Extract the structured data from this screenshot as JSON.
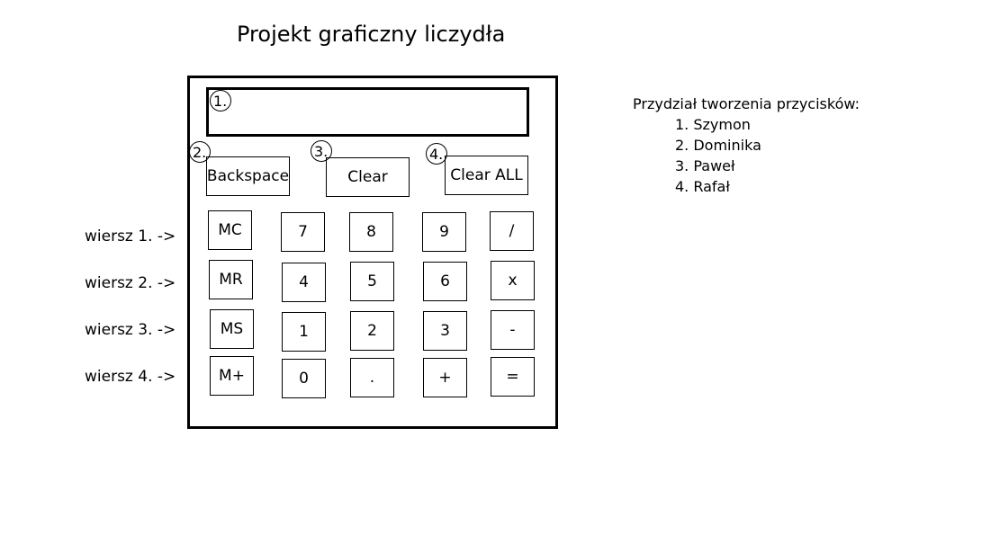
{
  "title": "Projekt graficzny liczydła",
  "display": {
    "marker": "1."
  },
  "top_buttons": [
    {
      "marker": "2.",
      "label": "Backspace"
    },
    {
      "marker": "3.",
      "label": "Clear"
    },
    {
      "marker": "4.",
      "label": "Clear ALL"
    }
  ],
  "rows": [
    {
      "label": "wiersz 1. ->",
      "keys": [
        "MC",
        "7",
        "8",
        "9",
        "/"
      ]
    },
    {
      "label": "wiersz 2. ->",
      "keys": [
        "MR",
        "4",
        "5",
        "6",
        "x"
      ]
    },
    {
      "label": "wiersz 3. ->",
      "keys": [
        "MS",
        "1",
        "2",
        "3",
        "-"
      ]
    },
    {
      "label": "wiersz 4. ->",
      "keys": [
        "M+",
        "0",
        ".",
        "+",
        "="
      ]
    }
  ],
  "assignment": {
    "heading": "Przydział tworzenia przycisków:",
    "items": [
      "1. Szymon",
      "2. Dominika",
      "3. Paweł",
      "4. Rafał"
    ]
  }
}
